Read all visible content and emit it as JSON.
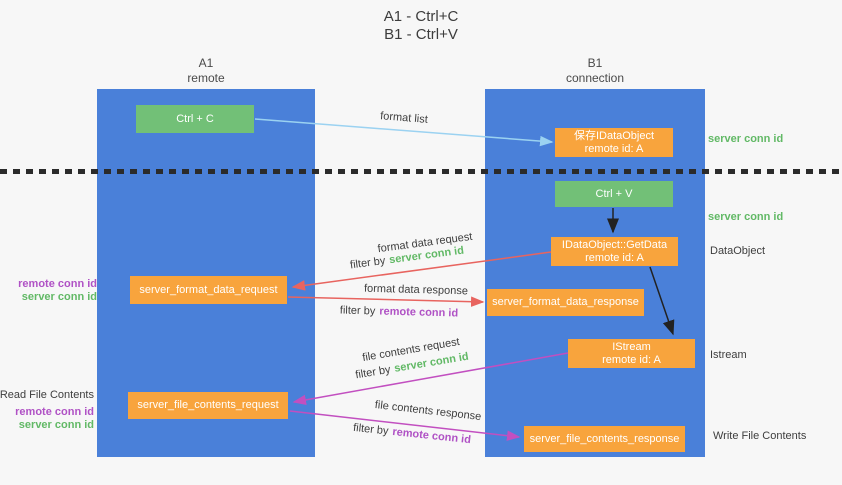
{
  "title": {
    "line1": "A1 - Ctrl+C",
    "line2": "B1 - Ctrl+V"
  },
  "lanes": {
    "left": {
      "id": "A1",
      "name": "remote"
    },
    "right": {
      "id": "B1",
      "name": "connection"
    }
  },
  "nodes": {
    "ctrl_c": {
      "label": "Ctrl + C"
    },
    "ctrl_v": {
      "label": "Ctrl + V"
    },
    "save_dataobject": {
      "line1": "保存IDataObject",
      "line2": "remote id: A"
    },
    "getdata": {
      "line1": "IDataObject::GetData",
      "line2": "remote id: A"
    },
    "istream": {
      "line1": "IStream",
      "line2": "remote id: A"
    },
    "format_request": {
      "label": "server_format_data_request"
    },
    "format_response": {
      "label": "server_format_data_response"
    },
    "file_request": {
      "label": "server_file_contents_request"
    },
    "file_response": {
      "label": "server_file_contents_response"
    }
  },
  "side_labels": {
    "server_conn_id": "server conn id",
    "remote_conn_id": "remote conn id",
    "dataobject": "DataObject",
    "istream": "Istream",
    "read_file_contents": "Read File Contents",
    "write_file_contents": "Write File Contents"
  },
  "arrows": {
    "format_list": "format list",
    "format_data_request": "format data request",
    "format_data_response": "format data response",
    "file_contents_request": "file contents request",
    "file_contents_response": "file contents response",
    "filter_by": "filter by"
  },
  "colors": {
    "background": "#f7f7f7",
    "lane_blue": "#4a80d9",
    "node_green": "#72c077",
    "node_orange": "#f8a43d",
    "arrow_lightblue": "#9bd2f1",
    "arrow_red": "#e8645f",
    "arrow_magenta": "#c24fc0",
    "arrow_black": "#222222",
    "text_green": "#62b966",
    "text_purple": "#b052c5"
  }
}
